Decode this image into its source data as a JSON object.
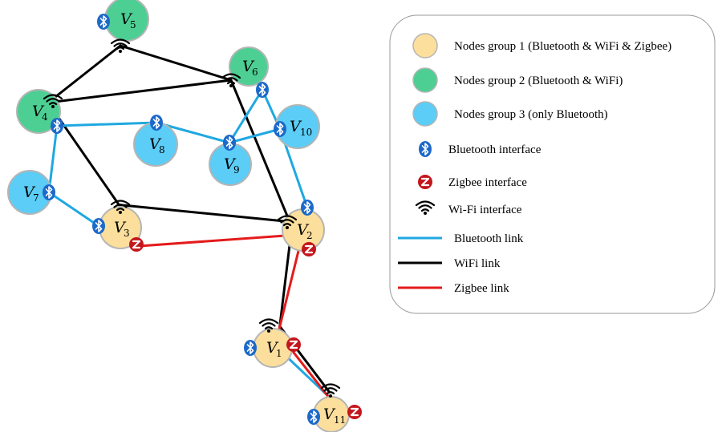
{
  "colors": {
    "group1": "#fcdf9c",
    "group2": "#4dcf94",
    "group3": "#5bcdf6",
    "node_stroke": "#b5b5b5",
    "bluetooth_link": "#1fa8e1",
    "wifi_link": "#000000",
    "zigbee_link": "#e41b1b",
    "bluetooth_icon": "#1c69c9",
    "zigbee_icon": "#c4161c"
  },
  "nodes": [
    {
      "id": "V1",
      "label": "V",
      "sub": "1",
      "group": 1,
      "interfaces": [
        "wifi",
        "bluetooth",
        "zigbee"
      ]
    },
    {
      "id": "V2",
      "label": "V",
      "sub": "2",
      "group": 1,
      "interfaces": [
        "wifi",
        "bluetooth",
        "zigbee"
      ]
    },
    {
      "id": "V3",
      "label": "V",
      "sub": "3",
      "group": 1,
      "interfaces": [
        "wifi",
        "bluetooth",
        "zigbee"
      ]
    },
    {
      "id": "V4",
      "label": "V",
      "sub": "4",
      "group": 2,
      "interfaces": [
        "wifi",
        "bluetooth"
      ]
    },
    {
      "id": "V5",
      "label": "V",
      "sub": "5",
      "group": 2,
      "interfaces": [
        "wifi",
        "bluetooth"
      ]
    },
    {
      "id": "V6",
      "label": "V",
      "sub": "6",
      "group": 2,
      "interfaces": [
        "wifi",
        "bluetooth"
      ]
    },
    {
      "id": "V7",
      "label": "V",
      "sub": "7",
      "group": 3,
      "interfaces": [
        "bluetooth"
      ]
    },
    {
      "id": "V8",
      "label": "V",
      "sub": "8",
      "group": 3,
      "interfaces": [
        "bluetooth"
      ]
    },
    {
      "id": "V9",
      "label": "V",
      "sub": "9",
      "group": 3,
      "interfaces": [
        "bluetooth"
      ]
    },
    {
      "id": "V10",
      "label": "V",
      "sub": "10",
      "group": 3,
      "interfaces": [
        "bluetooth"
      ]
    },
    {
      "id": "V11",
      "label": "V",
      "sub": "11",
      "group": 1,
      "interfaces": [
        "wifi",
        "bluetooth",
        "zigbee"
      ]
    }
  ],
  "links": [
    {
      "from": "V5",
      "to": "V4",
      "type": "wifi"
    },
    {
      "from": "V5",
      "to": "V6",
      "type": "wifi"
    },
    {
      "from": "V4",
      "to": "V6",
      "type": "wifi"
    },
    {
      "from": "V4",
      "to": "V3",
      "type": "wifi"
    },
    {
      "from": "V6",
      "to": "V2",
      "type": "wifi"
    },
    {
      "from": "V3",
      "to": "V2",
      "type": "wifi"
    },
    {
      "from": "V2",
      "to": "V1",
      "type": "wifi"
    },
    {
      "from": "V1",
      "to": "V11",
      "type": "wifi"
    },
    {
      "from": "V4",
      "to": "V8",
      "type": "bluetooth"
    },
    {
      "from": "V8",
      "to": "V9",
      "type": "bluetooth"
    },
    {
      "from": "V9",
      "to": "V10",
      "type": "bluetooth"
    },
    {
      "from": "V9",
      "to": "V6",
      "type": "bluetooth"
    },
    {
      "from": "V6",
      "to": "V10",
      "type": "bluetooth"
    },
    {
      "from": "V10",
      "to": "V2",
      "type": "bluetooth"
    },
    {
      "from": "V4",
      "to": "V7",
      "type": "bluetooth"
    },
    {
      "from": "V7",
      "to": "V3",
      "type": "bluetooth"
    },
    {
      "from": "V1",
      "to": "V11",
      "type": "bluetooth"
    },
    {
      "from": "V3",
      "to": "V2",
      "type": "zigbee"
    },
    {
      "from": "V2",
      "to": "V1",
      "type": "zigbee"
    },
    {
      "from": "V1",
      "to": "V11",
      "type": "zigbee"
    }
  ],
  "legend": {
    "group1": "Nodes group 1 (Bluetooth & WiFi & Zigbee)",
    "group2": "Nodes group 2 (Bluetooth & WiFi)",
    "group3": "Nodes group 3 (only Bluetooth)",
    "bluetooth_interface": "Bluetooth interface",
    "zigbee_interface": "Zigbee interface",
    "wifi_interface": "Wi-Fi interface",
    "bluetooth_link": "Bluetooth link",
    "wifi_link": "WiFi link",
    "zigbee_link": "Zigbee link"
  }
}
